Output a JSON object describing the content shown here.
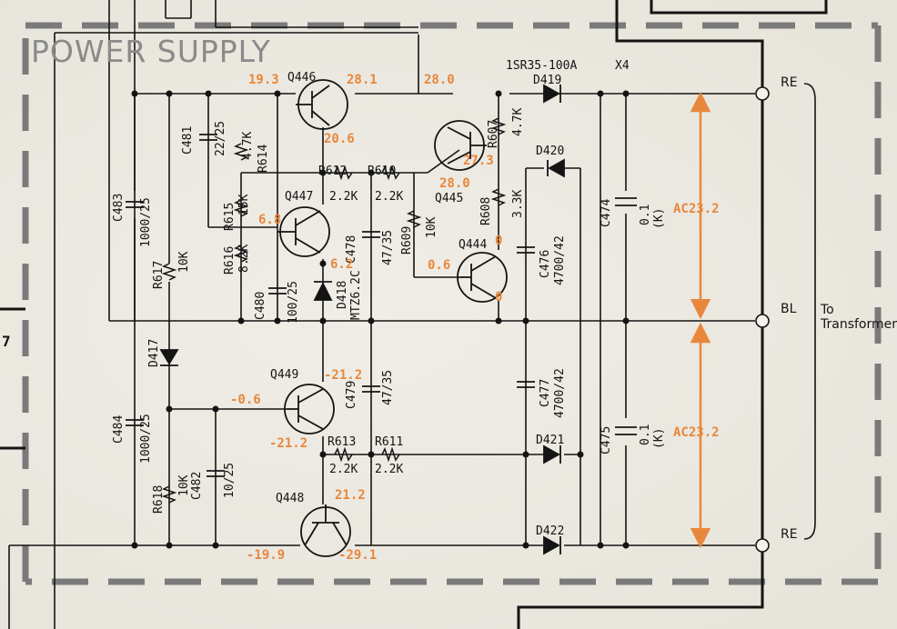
{
  "section_title": "POWER SUPPLY",
  "diode_part": "1SR35-100A",
  "diode_qty": "X4",
  "side_label": "To\nTransformer",
  "stray_mark": "7",
  "terminals": [
    {
      "id": "top",
      "label": "RE"
    },
    {
      "id": "mid",
      "label": "BL"
    },
    {
      "id": "bot",
      "label": "RE"
    }
  ],
  "ac_voltages": [
    "AC23.2",
    "AC23.2"
  ],
  "transistors": [
    "Q446",
    "Q447",
    "Q445",
    "Q444",
    "Q449",
    "Q448"
  ],
  "diodes": [
    "D419",
    "D420",
    "D421",
    "D422",
    "D417",
    "D418"
  ],
  "zener_part": "MTZ6.2C",
  "resistors": [
    {
      "ref": "R614",
      "value": "4.7K"
    },
    {
      "ref": "R615",
      "value": "15K"
    },
    {
      "ref": "R616",
      "value": "8.2K"
    },
    {
      "ref": "R617",
      "value": "10K"
    },
    {
      "ref": "R618",
      "value": "10K"
    },
    {
      "ref": "R612",
      "value": "2.2K"
    },
    {
      "ref": "R610",
      "value": "2.2K"
    },
    {
      "ref": "R609",
      "value": "10K"
    },
    {
      "ref": "R607",
      "value": "4.7K"
    },
    {
      "ref": "R608",
      "value": "3.3K"
    },
    {
      "ref": "R613",
      "value": "2.2K"
    },
    {
      "ref": "R611",
      "value": "2.2K"
    }
  ],
  "capacitors": [
    {
      "ref": "C481",
      "value": "22/25"
    },
    {
      "ref": "C483",
      "value": "1000/25"
    },
    {
      "ref": "C480",
      "value": "100/25"
    },
    {
      "ref": "C478",
      "value": "47/35"
    },
    {
      "ref": "C476",
      "value": "4700/42"
    },
    {
      "ref": "C474",
      "value": "0.1",
      "tol": "(K)"
    },
    {
      "ref": "C484",
      "value": "1000/25"
    },
    {
      "ref": "C482",
      "value": "10/25"
    },
    {
      "ref": "C479",
      "value": "47/35"
    },
    {
      "ref": "C477",
      "value": "4700/42"
    },
    {
      "ref": "C475",
      "value": "0.1",
      "tol": "(K)"
    }
  ],
  "test_voltages": [
    "19.3",
    "28.1",
    "20.6",
    "28.0",
    "27.3",
    "28.0",
    "6.8",
    "6.2",
    "0.6",
    "0",
    "0",
    "-0.6",
    "-21.2",
    "21.2",
    "-21.2",
    "-19.9",
    "-29.1"
  ],
  "colors": {
    "ink": "#141414",
    "annotation": "#e8873c",
    "paper": "#ece9e0",
    "border": "#7a7a7a"
  }
}
